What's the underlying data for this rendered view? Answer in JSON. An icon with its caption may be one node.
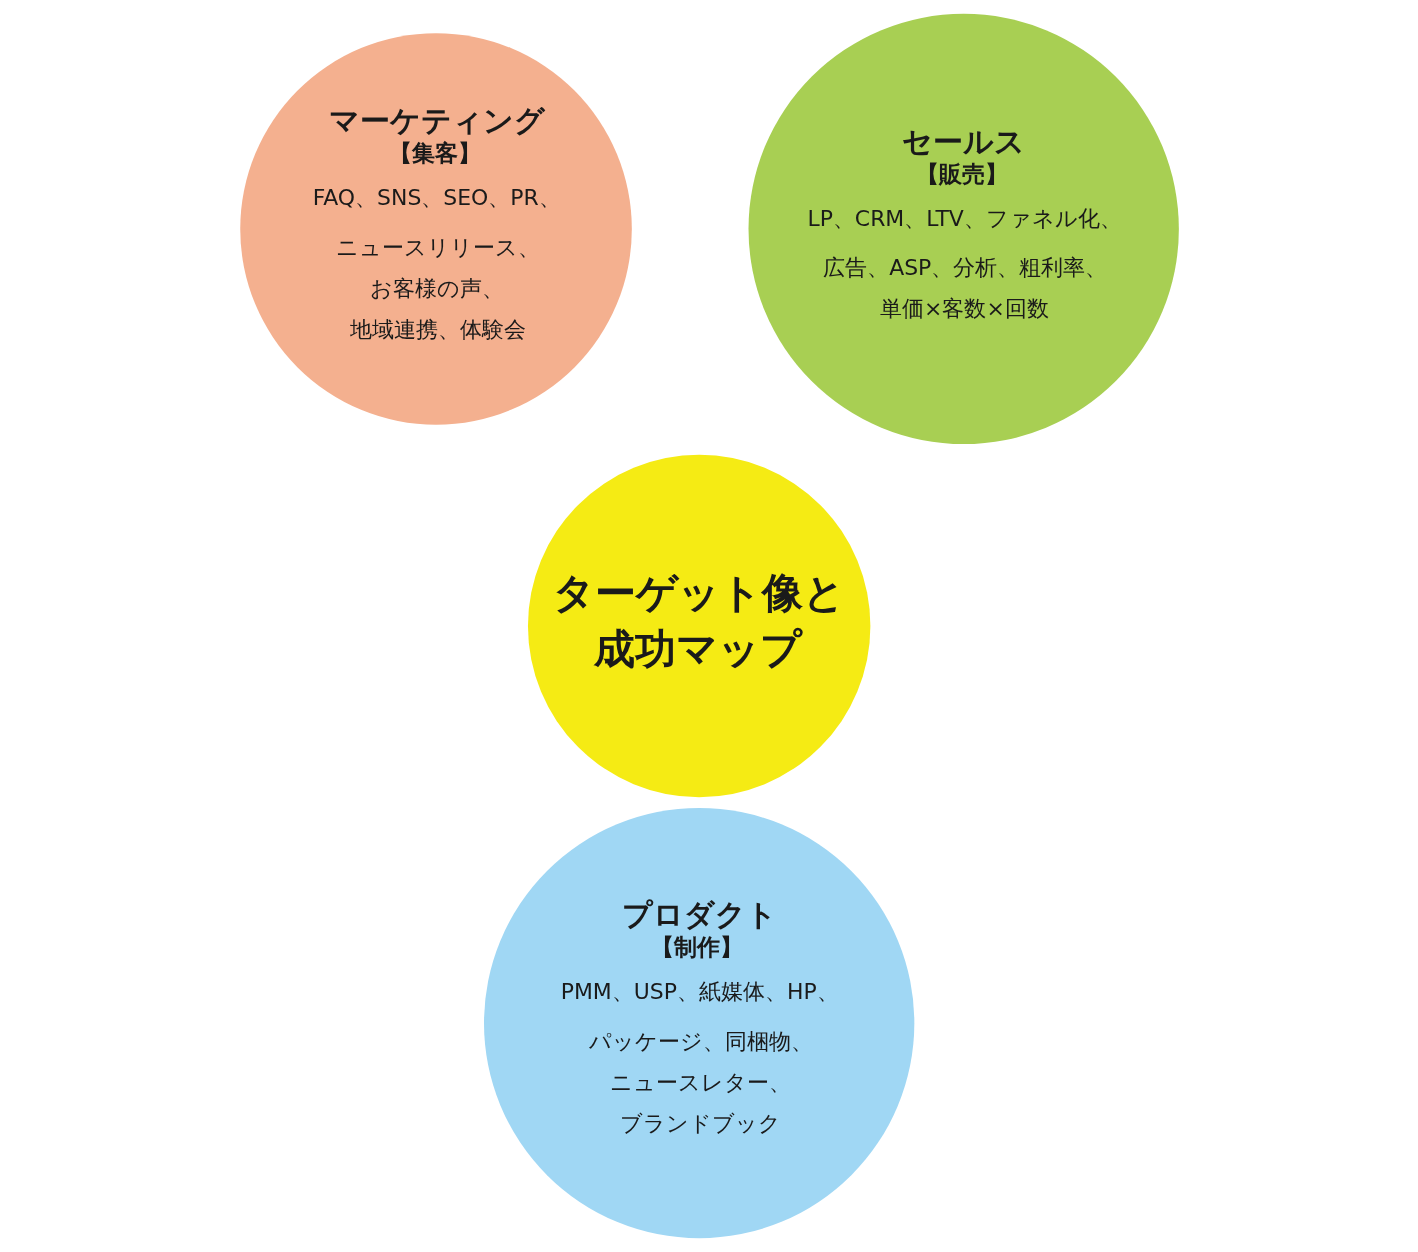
{
  "diagram": {
    "nodes": [
      {
        "text": [
          "マーケティング",
          "【集客】",
          "FAQ、SNS、SEO、PR、ニュースリリース、お客様の声、地域連携、体験会"
        ]
      },
      {
        "text": [
          "セールス",
          "【販売】",
          "LP、CRM、LTV、ファネル化、広告、ASP、分析、粗利率、単価×客数×回数"
        ]
      },
      {
        "text": [
          "ターゲット像と成功マップ"
        ]
      },
      {
        "text": [
          "プロダクト",
          "【制作】",
          "PMM、USP、紙媒体、HP、パッケージ、同梱物、ニュースレター、ブランドブック"
        ]
      }
    ]
  }
}
